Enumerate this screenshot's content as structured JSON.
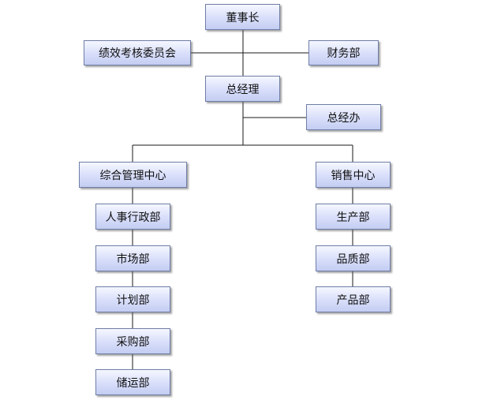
{
  "org": {
    "chairman": "董事长",
    "performance_committee": "绩效考核委员会",
    "finance": "财务部",
    "general_manager": "总经理",
    "gm_office": "总经办",
    "admin_center": "综合管理中心",
    "hr_admin": "人事行政部",
    "marketing": "市场部",
    "planning": "计划部",
    "purchasing": "采购部",
    "logistics": "储运部",
    "sales_center": "销售中心",
    "production": "生产部",
    "quality": "品质部",
    "product": "产品部"
  }
}
